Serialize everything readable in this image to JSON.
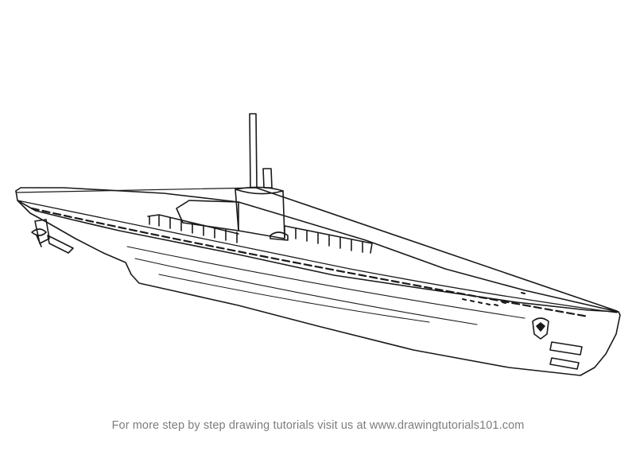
{
  "caption": "For more step by step drawing tutorials visit us at www.drawingtutorials101.com",
  "illustration": {
    "subject": "submarine",
    "style": "black line art",
    "stroke_color": "#1a1a1a",
    "background_color": "#ffffff"
  }
}
